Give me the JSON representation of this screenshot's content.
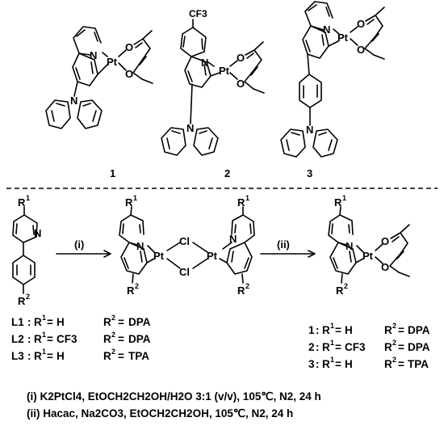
{
  "compounds_top": {
    "c1": {
      "label": "1",
      "metal": "Pt",
      "n_atom": "N",
      "o1": "O",
      "o2": "O",
      "amine_n": "N"
    },
    "c2": {
      "label": "2",
      "metal": "Pt",
      "n_atom": "N",
      "o1": "O",
      "o2": "O",
      "amine_n": "N",
      "substituent": "CF3"
    },
    "c3": {
      "label": "3",
      "metal": "Pt",
      "n_atom": "N",
      "o1": "O",
      "o2": "O",
      "amine_n": "N"
    }
  },
  "scheme": {
    "ligand": {
      "r1": "R",
      "r1_sup": "1",
      "r2": "R",
      "r2_sup": "2",
      "n_atom": "N"
    },
    "arrow1_label": "(i)",
    "arrow2_label": "(ii)",
    "dimer": {
      "pt": "Pt",
      "cl": "Cl",
      "n_atom": "N"
    },
    "product": {
      "pt": "Pt",
      "n_atom": "N",
      "o1": "O",
      "o2": "O"
    }
  },
  "ligand_list": [
    {
      "name": "L1",
      "r1": "H",
      "r2": "DPA"
    },
    {
      "name": "L2",
      "r1": "CF3",
      "r2": "DPA"
    },
    {
      "name": "L3",
      "r1": "H",
      "r2": "TPA"
    }
  ],
  "product_list": [
    {
      "name": "1",
      "r1": "H",
      "r2": "DPA"
    },
    {
      "name": "2",
      "r1": "CF3",
      "r2": "DPA"
    },
    {
      "name": "3",
      "r1": "H",
      "r2": "TPA"
    }
  ],
  "conditions": {
    "i": "(i) K2PtCl4, EtOCH2CH2OH/H2O 3:1 (v/v), 105℃, N2, 24 h",
    "ii": "(ii) Hacac, Na2CO3, EtOCH2CH2OH, 105℃, N2, 24 h"
  }
}
